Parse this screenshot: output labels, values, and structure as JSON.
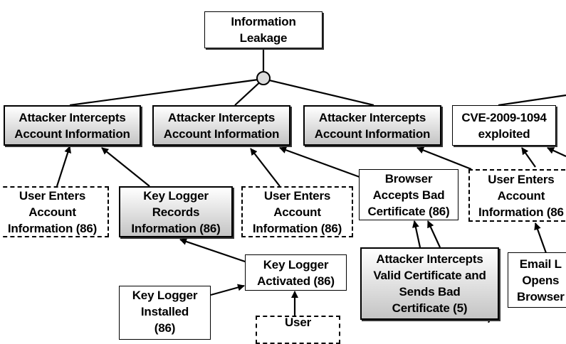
{
  "nodes": {
    "top": "Information\nLeakage",
    "intercept_1": "Attacker Intercepts\nAccount Information",
    "intercept_2": "Attacker Intercepts\nAccount Information",
    "intercept_3": "Attacker Intercepts\nAccount Information",
    "cve": "CVE-2009-1094\nexploited",
    "user_enters_1": "User Enters\nAccount\nInformation (86)",
    "key_logger_records": "Key Logger\nRecords\nInformation (86)",
    "user_enters_2": "User Enters\nAccount\nInformation (86)",
    "browser_accepts": "Browser\nAccepts Bad\nCertificate (86)",
    "user_enters_3": "User Enters\nAccount\nInformation (86",
    "key_logger_activated": "Key Logger\nActivated (86)",
    "attacker_valid_cert": "Attacker Intercepts\nValid Certificate and\nSends Bad\nCertificate (5)",
    "email": "Email L\nOpens\nBrowser",
    "key_logger_installed": "Key Logger\nInstalled\n(86)",
    "user_bottom": "User"
  }
}
